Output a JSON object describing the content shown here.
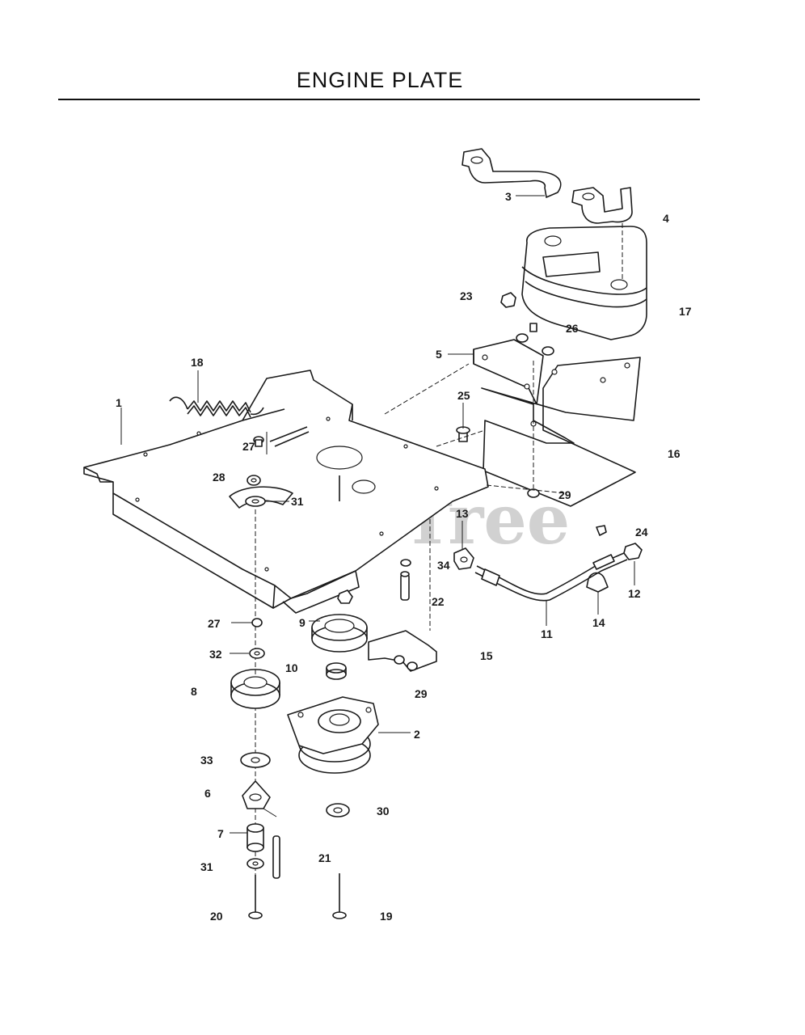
{
  "title": "ENGINE PLATE",
  "watermark": {
    "text": "PartsTree",
    "mark": "™"
  },
  "callouts": [
    {
      "id": "c3",
      "text": "3"
    },
    {
      "id": "c4",
      "text": "4"
    },
    {
      "id": "c23",
      "text": "23"
    },
    {
      "id": "c17",
      "text": "17"
    },
    {
      "id": "c26",
      "text": "26"
    },
    {
      "id": "c5",
      "text": "5"
    },
    {
      "id": "c18",
      "text": "18"
    },
    {
      "id": "c25",
      "text": "25"
    },
    {
      "id": "c1",
      "text": "1"
    },
    {
      "id": "c27a",
      "text": "27"
    },
    {
      "id": "c16",
      "text": "16"
    },
    {
      "id": "c28",
      "text": "28"
    },
    {
      "id": "c31a",
      "text": "31"
    },
    {
      "id": "c29a",
      "text": "29"
    },
    {
      "id": "c13",
      "text": "13"
    },
    {
      "id": "c24",
      "text": "24"
    },
    {
      "id": "c34",
      "text": "34"
    },
    {
      "id": "c12",
      "text": "12"
    },
    {
      "id": "c22",
      "text": "22"
    },
    {
      "id": "c27b",
      "text": "27"
    },
    {
      "id": "c9",
      "text": "9"
    },
    {
      "id": "c14",
      "text": "14"
    },
    {
      "id": "c11",
      "text": "11"
    },
    {
      "id": "c32",
      "text": "32"
    },
    {
      "id": "c15",
      "text": "15"
    },
    {
      "id": "c10",
      "text": "10"
    },
    {
      "id": "c8",
      "text": "8"
    },
    {
      "id": "c29b",
      "text": "29"
    },
    {
      "id": "c2",
      "text": "2"
    },
    {
      "id": "c33",
      "text": "33"
    },
    {
      "id": "c6",
      "text": "6"
    },
    {
      "id": "c30",
      "text": "30"
    },
    {
      "id": "c7",
      "text": "7"
    },
    {
      "id": "c21",
      "text": "21"
    },
    {
      "id": "c31b",
      "text": "31"
    },
    {
      "id": "c20",
      "text": "20"
    },
    {
      "id": "c19",
      "text": "19"
    }
  ]
}
